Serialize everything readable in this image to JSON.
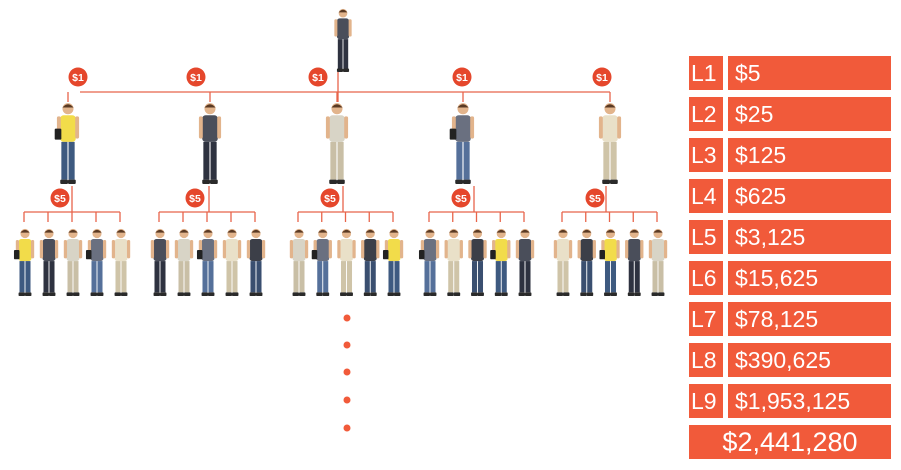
{
  "tree": {
    "level1_payment": "$1",
    "level2_payment": "$5",
    "colors": {
      "accent": "#f15a3a",
      "line": "#e8644a",
      "badge": "#e5472c"
    },
    "icons": [
      "person-icon"
    ]
  },
  "levels": [
    {
      "label": "L1",
      "amount": "$5"
    },
    {
      "label": "L2",
      "amount": "$25"
    },
    {
      "label": "L3",
      "amount": "$125"
    },
    {
      "label": "L4",
      "amount": "$625"
    },
    {
      "label": "L5",
      "amount": "$3,125"
    },
    {
      "label": "L6",
      "amount": "$15,625"
    },
    {
      "label": "L7",
      "amount": "$78,125"
    },
    {
      "label": "L8",
      "amount": "$390,625"
    },
    {
      "label": "L9",
      "amount": "$1,953,125"
    }
  ],
  "total": "$2,441,280"
}
